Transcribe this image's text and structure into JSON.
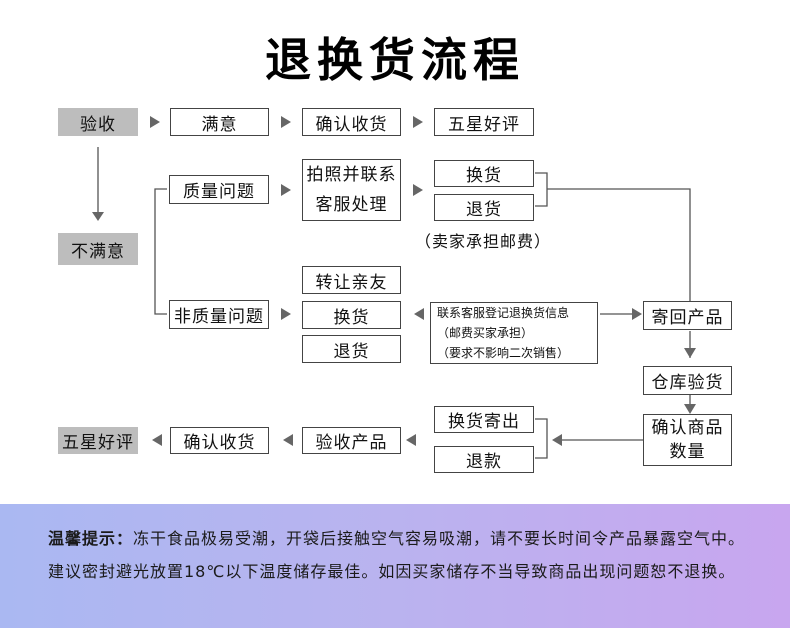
{
  "title": "退换货流程",
  "nodes": {
    "inspect": "验收",
    "satisfied": "满意",
    "confirm_receipt_top": "确认收货",
    "five_star_top": "五星好评",
    "unsatisfied": "不满意",
    "quality_issue": "质量问题",
    "photo_contact_l1": "拍照并联系",
    "photo_contact_l2": "客服处理",
    "exchange_q": "换货",
    "refund_q": "退货",
    "seller_pays": "（卖家承担邮费）",
    "transfer_friend": "转让亲友",
    "non_quality_issue": "非质量问题",
    "exchange_nq": "换货",
    "refund_nq": "退货",
    "contact_l1": "联系客服登记退换货信息",
    "contact_l2": "（邮费买家承担）",
    "contact_l3": "（要求不影响二次销售）",
    "send_back": "寄回产品",
    "warehouse_check": "仓库验货",
    "confirm_qty_l1": "确认商品",
    "confirm_qty_l2": "数量",
    "ship_exchange": "换货寄出",
    "refund_money": "退款",
    "inspect_product": "验收产品",
    "confirm_receipt_bottom": "确认收货",
    "five_star_bottom": "五星好评"
  },
  "footer": {
    "label": "温馨提示：",
    "text": "冻干食品极易受潮，开袋后接触空气容易吸潮，请不要长时间令产品暴露空气中。建议密封避光放置18℃以下温度储存最佳。如因买家储存不当导致商品出现问题恕不退换。"
  }
}
